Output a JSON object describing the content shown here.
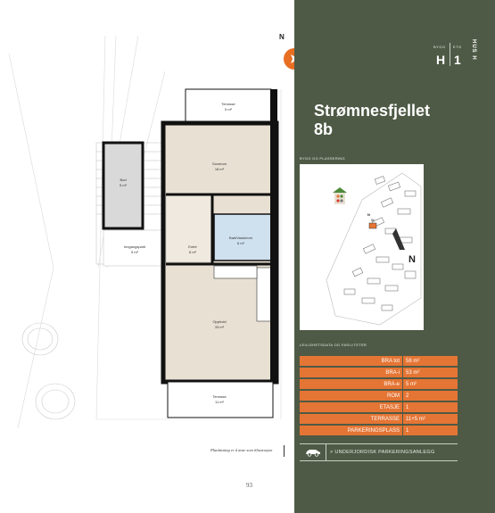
{
  "header": {
    "side_tab": "HUS H",
    "bygg_label": "BYGG",
    "bygg_value": "H",
    "etg_label": "ETG",
    "etg_value": "1"
  },
  "compass": {
    "north": "N"
  },
  "project": {
    "title": "Strømnesfjellet",
    "unit": "8b"
  },
  "site": {
    "section_label": "BYGG OG PLASSERING",
    "north": "N",
    "north_small": "N",
    "building_marker": "8b"
  },
  "facts": {
    "section_label": "LEILIGHETSDATA OG FASILITETER",
    "rows": [
      {
        "label": "BRA tot",
        "value": "58 m²"
      },
      {
        "label": "BRA-i",
        "value": "53 m²"
      },
      {
        "label": "BRA-e",
        "value": "5 m²"
      },
      {
        "label": "ROM",
        "value": "2"
      },
      {
        "label": "ETASJE",
        "value": "1"
      },
      {
        "label": "TERRASSE",
        "value": "11+5 m²"
      },
      {
        "label": "PARKERINGSPLASS",
        "value": "1"
      }
    ],
    "parking_note": "> UNDERJORDISK PARKERINGSANLEGG"
  },
  "plan": {
    "rooms": [
      {
        "name": "Terrasse",
        "area": "5 m²"
      },
      {
        "name": "Soverom",
        "area": "18 m²"
      },
      {
        "name": "Bod",
        "area": "5 m²"
      },
      {
        "name": "Bad/Vaskerom",
        "area": "6 m²"
      },
      {
        "name": "Inngangsparti",
        "area": "5 m²"
      },
      {
        "name": "Entré",
        "area": "6 m²"
      },
      {
        "name": "Opphold",
        "area": "33 m²"
      },
      {
        "name": "Terrasse",
        "area": "11 m²"
      }
    ],
    "caption": "Planløsning er å anse som illustrasjon",
    "page_number": "93"
  },
  "colors": {
    "panel_green": "#4e5a45",
    "accent_orange": "#e57534",
    "room_beige": "#e8e0d2",
    "bath_blue": "#cfe0ee",
    "wall": "#111111"
  }
}
